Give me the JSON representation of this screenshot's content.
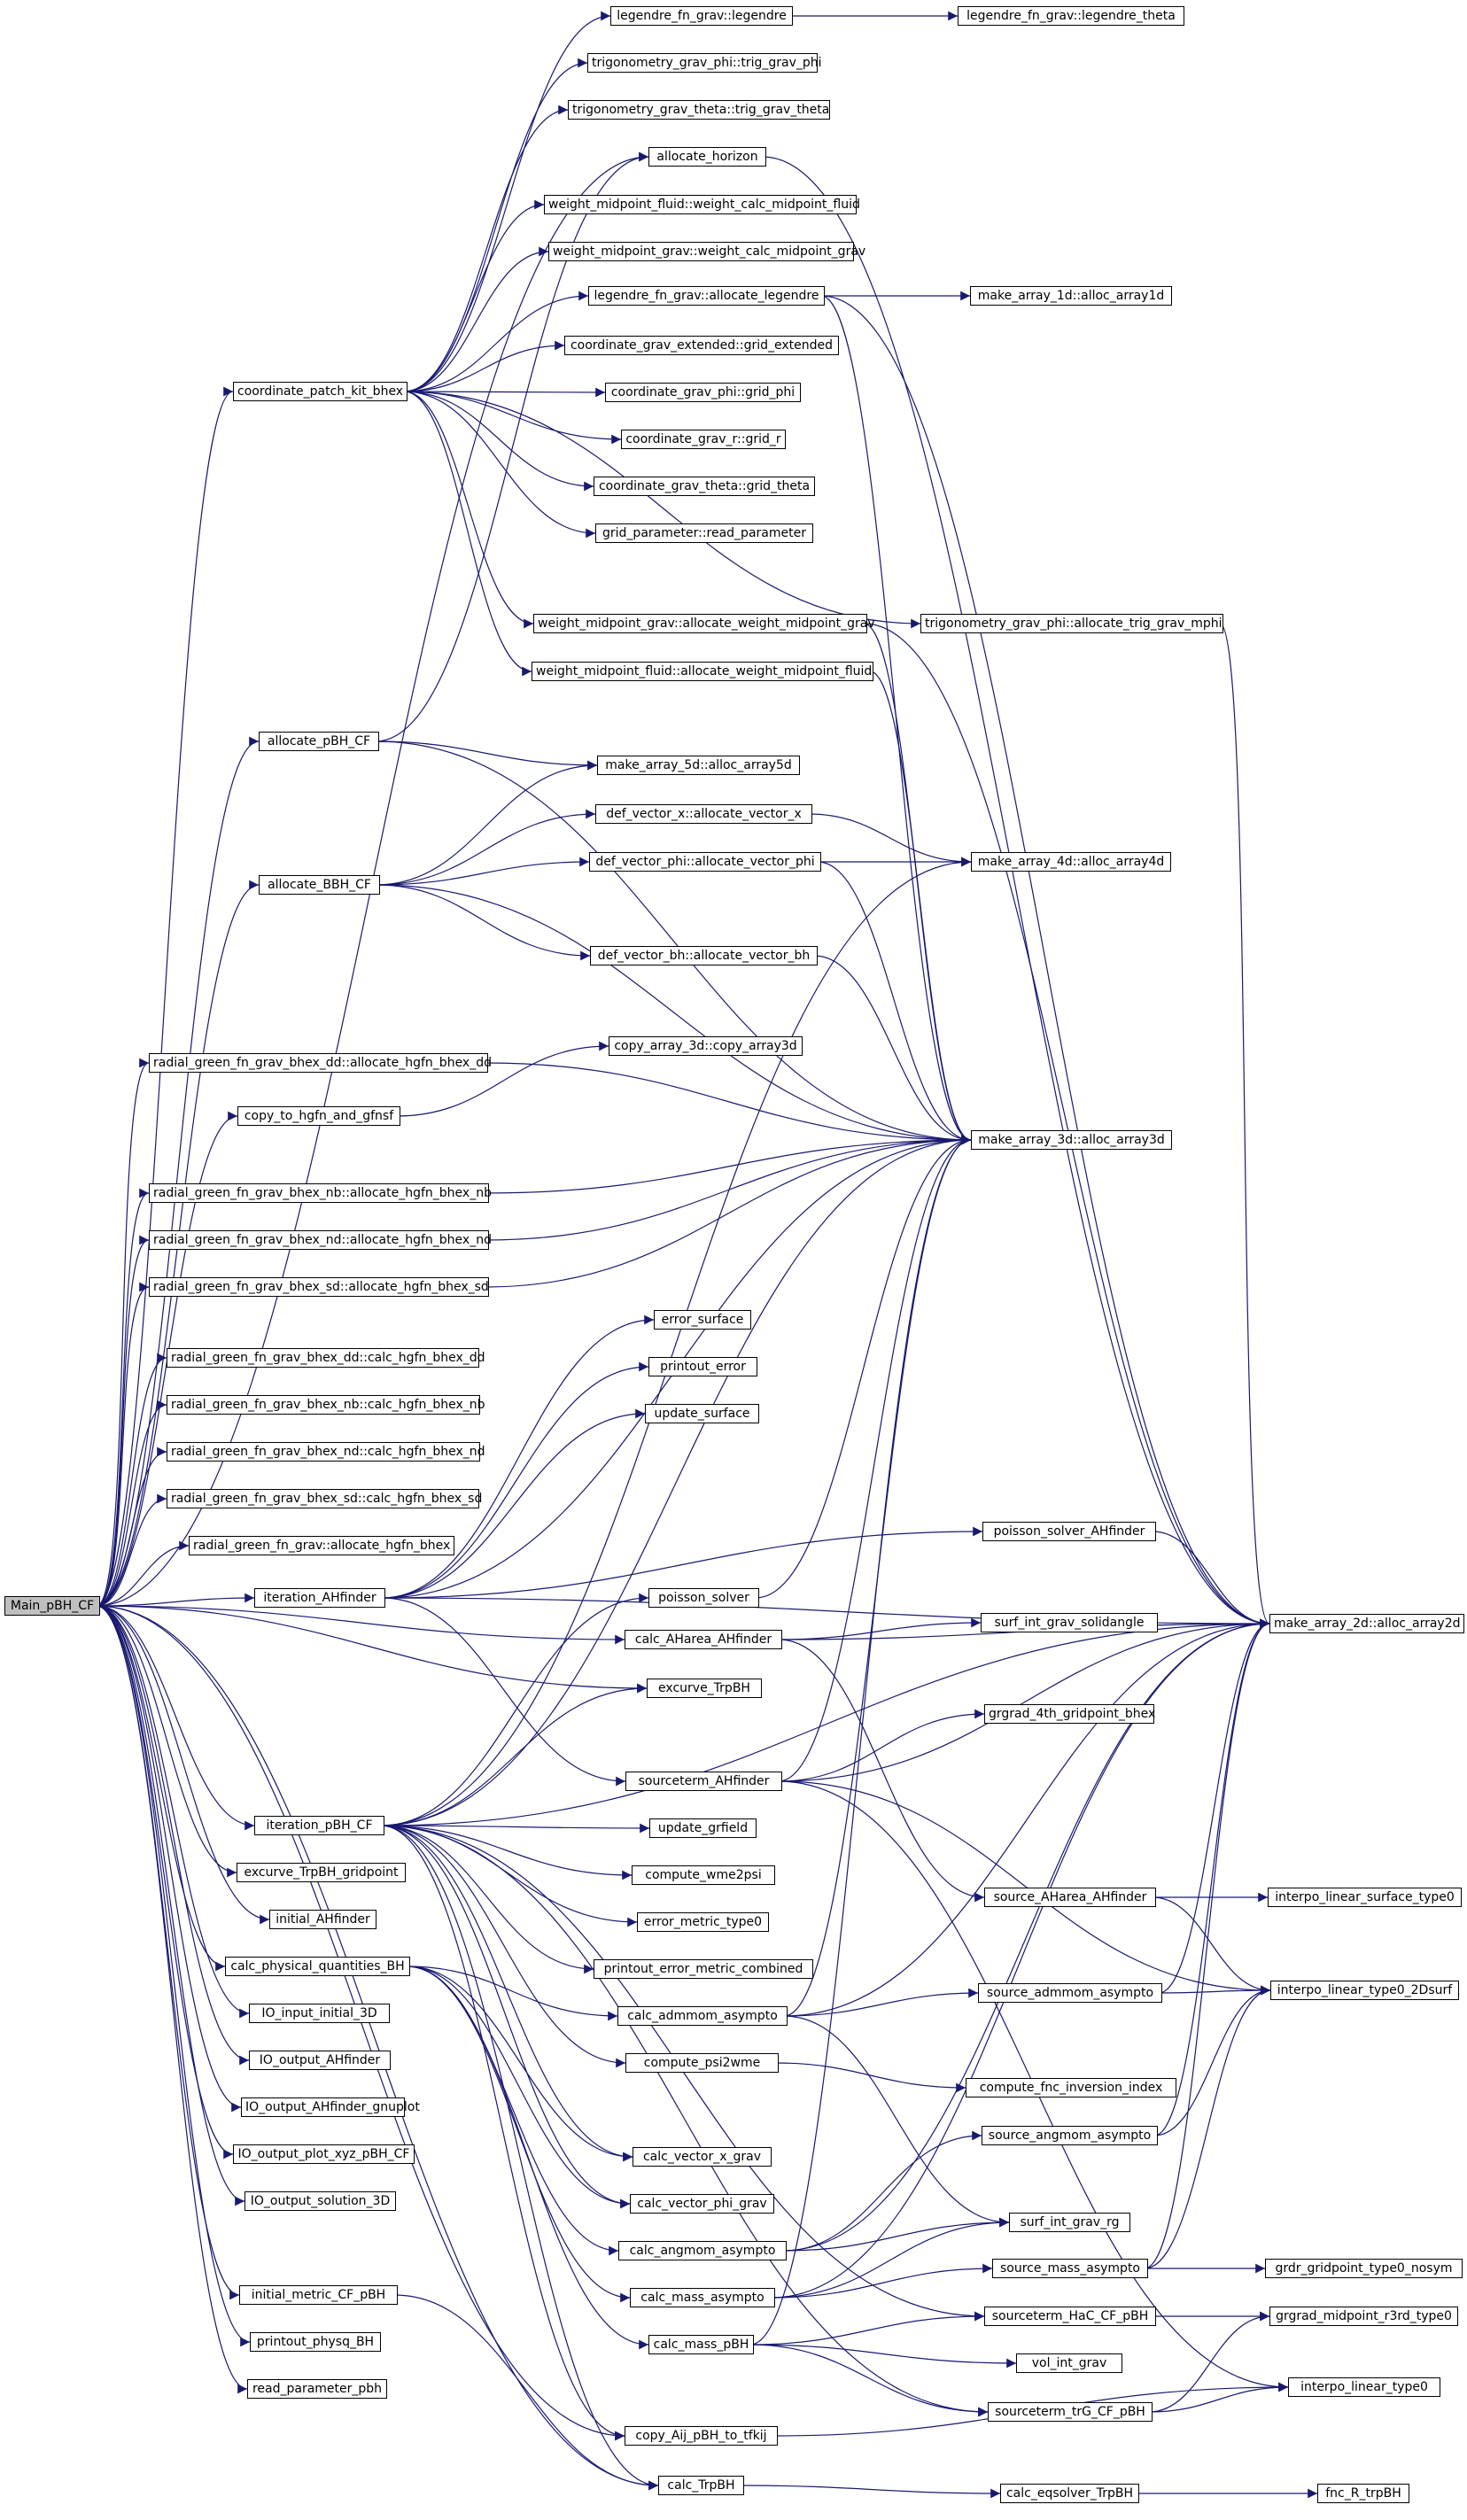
{
  "graph": {
    "root": "main",
    "colors": {
      "edge": "#191970",
      "node_border": "#000000",
      "root_fill": "#bfbfbf",
      "node_fill": "#ffffff"
    },
    "nodes": [
      {
        "id": "main",
        "label": "Main_pBH_CF"
      },
      {
        "id": "coord_kit",
        "label": "coordinate_patch_kit_bhex"
      },
      {
        "id": "alloc_pbh",
        "label": "allocate_pBH_CF"
      },
      {
        "id": "alloc_bbh",
        "label": "allocate_BBH_CF"
      },
      {
        "id": "rg_dd_alloc",
        "label": "radial_green_fn_grav_bhex_dd::allocate_hgfn_bhex_dd"
      },
      {
        "id": "copy_hgfn",
        "label": "copy_to_hgfn_and_gfnsf"
      },
      {
        "id": "rg_nb_alloc",
        "label": "radial_green_fn_grav_bhex_nb::allocate_hgfn_bhex_nb"
      },
      {
        "id": "rg_nd_alloc",
        "label": "radial_green_fn_grav_bhex_nd::allocate_hgfn_bhex_nd"
      },
      {
        "id": "rg_sd_alloc",
        "label": "radial_green_fn_grav_bhex_sd::allocate_hgfn_bhex_sd"
      },
      {
        "id": "rg_dd_calc",
        "label": "radial_green_fn_grav_bhex_dd::calc_hgfn_bhex_dd"
      },
      {
        "id": "rg_nb_calc",
        "label": "radial_green_fn_grav_bhex_nb::calc_hgfn_bhex_nb"
      },
      {
        "id": "rg_nd_calc",
        "label": "radial_green_fn_grav_bhex_nd::calc_hgfn_bhex_nd"
      },
      {
        "id": "rg_sd_calc",
        "label": "radial_green_fn_grav_bhex_sd::calc_hgfn_bhex_sd"
      },
      {
        "id": "rg_alloc",
        "label": "radial_green_fn_grav::allocate_hgfn_bhex"
      },
      {
        "id": "iter_ah",
        "label": "iteration_AHfinder"
      },
      {
        "id": "iter_pbh",
        "label": "iteration_pBH_CF"
      },
      {
        "id": "exc_grid",
        "label": "excurve_TrpBH_gridpoint"
      },
      {
        "id": "init_ah",
        "label": "initial_AHfinder"
      },
      {
        "id": "calc_phys",
        "label": "calc_physical_quantities_BH"
      },
      {
        "id": "io_init3d",
        "label": "IO_input_initial_3D"
      },
      {
        "id": "io_out_ah",
        "label": "IO_output_AHfinder"
      },
      {
        "id": "io_out_ah_gp",
        "label": "IO_output_AHfinder_gnuplot"
      },
      {
        "id": "io_plot",
        "label": "IO_output_plot_xyz_pBH_CF"
      },
      {
        "id": "io_sol",
        "label": "IO_output_solution_3D"
      },
      {
        "id": "init_metric",
        "label": "initial_metric_CF_pBH"
      },
      {
        "id": "printout_physq",
        "label": "printout_physq_BH"
      },
      {
        "id": "read_param",
        "label": "read_parameter_pbh"
      },
      {
        "id": "leg_legendre",
        "label": "legendre_fn_grav::legendre"
      },
      {
        "id": "trig_phi",
        "label": "trigonometry_grav_phi::trig_grav_phi"
      },
      {
        "id": "trig_theta",
        "label": "trigonometry_grav_theta::trig_grav_theta"
      },
      {
        "id": "alloc_horizon",
        "label": "allocate_horizon"
      },
      {
        "id": "wm_fluid",
        "label": "weight_midpoint_fluid::weight_calc_midpoint_fluid"
      },
      {
        "id": "wm_grav",
        "label": "weight_midpoint_grav::weight_calc_midpoint_grav"
      },
      {
        "id": "leg_alloc",
        "label": "legendre_fn_grav::allocate_legendre"
      },
      {
        "id": "grid_ext",
        "label": "coordinate_grav_extended::grid_extended"
      },
      {
        "id": "grid_phi",
        "label": "coordinate_grav_phi::grid_phi"
      },
      {
        "id": "grid_r",
        "label": "coordinate_grav_r::grid_r"
      },
      {
        "id": "grid_theta",
        "label": "coordinate_grav_theta::grid_theta"
      },
      {
        "id": "read_parameter",
        "label": "grid_parameter::read_parameter"
      },
      {
        "id": "wm_alloc_grav",
        "label": "weight_midpoint_grav::allocate_weight_midpoint_grav"
      },
      {
        "id": "wm_alloc_fluid",
        "label": "weight_midpoint_fluid::allocate_weight_midpoint_fluid"
      },
      {
        "id": "alloc5d",
        "label": "make_array_5d::alloc_array5d"
      },
      {
        "id": "vec_x",
        "label": "def_vector_x::allocate_vector_x"
      },
      {
        "id": "vec_phi",
        "label": "def_vector_phi::allocate_vector_phi"
      },
      {
        "id": "vec_bh",
        "label": "def_vector_bh::allocate_vector_bh"
      },
      {
        "id": "copy3d",
        "label": "copy_array_3d::copy_array3d"
      },
      {
        "id": "error_surface",
        "label": "error_surface"
      },
      {
        "id": "printout_error",
        "label": "printout_error"
      },
      {
        "id": "update_surface",
        "label": "update_surface"
      },
      {
        "id": "poisson",
        "label": "poisson_solver"
      },
      {
        "id": "calc_aharea",
        "label": "calc_AHarea_AHfinder"
      },
      {
        "id": "excurve",
        "label": "excurve_TrpBH"
      },
      {
        "id": "sourceterm_ah",
        "label": "sourceterm_AHfinder"
      },
      {
        "id": "update_grfield",
        "label": "update_grfield"
      },
      {
        "id": "wme2psi",
        "label": "compute_wme2psi"
      },
      {
        "id": "err_metric",
        "label": "error_metric_type0"
      },
      {
        "id": "printout_err_comb",
        "label": "printout_error_metric_combined"
      },
      {
        "id": "calc_admmom",
        "label": "calc_admmom_asympto"
      },
      {
        "id": "psi2wme",
        "label": "compute_psi2wme"
      },
      {
        "id": "calc_vec_x",
        "label": "calc_vector_x_grav"
      },
      {
        "id": "calc_vec_phi",
        "label": "calc_vector_phi_grav"
      },
      {
        "id": "calc_angmom",
        "label": "calc_angmom_asympto"
      },
      {
        "id": "calc_mass_asym",
        "label": "calc_mass_asympto"
      },
      {
        "id": "calc_mass_pbh",
        "label": "calc_mass_pBH"
      },
      {
        "id": "copy_aij",
        "label": "copy_Aij_pBH_to_tfkij"
      },
      {
        "id": "calc_trpbh",
        "label": "calc_TrpBH"
      },
      {
        "id": "leg_theta",
        "label": "legendre_fn_grav::legendre_theta"
      },
      {
        "id": "alloc1d",
        "label": "make_array_1d::alloc_array1d"
      },
      {
        "id": "trig_alloc",
        "label": "trigonometry_grav_phi::allocate_trig_grav_mphi"
      },
      {
        "id": "alloc4d",
        "label": "make_array_4d::alloc_array4d"
      },
      {
        "id": "alloc3d",
        "label": "make_array_3d::alloc_array3d"
      },
      {
        "id": "poisson_ah",
        "label": "poisson_solver_AHfinder"
      },
      {
        "id": "surf_solid",
        "label": "surf_int_grav_solidangle"
      },
      {
        "id": "grgrad4",
        "label": "grgrad_4th_gridpoint_bhex"
      },
      {
        "id": "src_aharea",
        "label": "source_AHarea_AHfinder"
      },
      {
        "id": "src_admmom",
        "label": "source_admmom_asympto"
      },
      {
        "id": "fnc_inv",
        "label": "compute_fnc_inversion_index"
      },
      {
        "id": "src_angmom",
        "label": "source_angmom_asympto"
      },
      {
        "id": "surf_rg",
        "label": "surf_int_grav_rg"
      },
      {
        "id": "src_mass",
        "label": "source_mass_asympto"
      },
      {
        "id": "srcterm_hac",
        "label": "sourceterm_HaC_CF_pBH"
      },
      {
        "id": "vol_int",
        "label": "vol_int_grav"
      },
      {
        "id": "srcterm_trg",
        "label": "sourceterm_trG_CF_pBH"
      },
      {
        "id": "eqsolver",
        "label": "calc_eqsolver_TrpBH"
      },
      {
        "id": "alloc2d",
        "label": "make_array_2d::alloc_array2d"
      },
      {
        "id": "interp_surf",
        "label": "interpo_linear_surface_type0"
      },
      {
        "id": "interp_2d",
        "label": "interpo_linear_type0_2Dsurf"
      },
      {
        "id": "grdr",
        "label": "grdr_gridpoint_type0_nosym"
      },
      {
        "id": "grgrad_mid",
        "label": "grgrad_midpoint_r3rd_type0"
      },
      {
        "id": "interp_lin",
        "label": "interpo_linear_type0"
      },
      {
        "id": "fnc_r",
        "label": "fnc_R_trpBH"
      }
    ],
    "edges": [
      [
        "main",
        "coord_kit"
      ],
      [
        "main",
        "alloc_horizon"
      ],
      [
        "main",
        "alloc_pbh"
      ],
      [
        "main",
        "alloc_bbh"
      ],
      [
        "main",
        "rg_dd_alloc"
      ],
      [
        "main",
        "copy_hgfn"
      ],
      [
        "main",
        "rg_nb_alloc"
      ],
      [
        "main",
        "rg_nd_alloc"
      ],
      [
        "main",
        "rg_sd_alloc"
      ],
      [
        "main",
        "rg_dd_calc"
      ],
      [
        "main",
        "rg_nb_calc"
      ],
      [
        "main",
        "rg_nd_calc"
      ],
      [
        "main",
        "rg_sd_calc"
      ],
      [
        "main",
        "rg_alloc"
      ],
      [
        "main",
        "iter_ah"
      ],
      [
        "main",
        "calc_aharea"
      ],
      [
        "main",
        "excurve"
      ],
      [
        "main",
        "iter_pbh"
      ],
      [
        "main",
        "exc_grid"
      ],
      [
        "main",
        "init_ah"
      ],
      [
        "main",
        "calc_phys"
      ],
      [
        "main",
        "io_init3d"
      ],
      [
        "main",
        "io_out_ah"
      ],
      [
        "main",
        "io_out_ah_gp"
      ],
      [
        "main",
        "io_plot"
      ],
      [
        "main",
        "io_sol"
      ],
      [
        "main",
        "init_metric"
      ],
      [
        "main",
        "printout_physq"
      ],
      [
        "main",
        "read_param"
      ],
      [
        "main",
        "calc_trpbh"
      ],
      [
        "main",
        "copy_aij"
      ],
      [
        "coord_kit",
        "leg_legendre"
      ],
      [
        "coord_kit",
        "trig_phi"
      ],
      [
        "coord_kit",
        "trig_theta"
      ],
      [
        "coord_kit",
        "wm_fluid"
      ],
      [
        "coord_kit",
        "wm_grav"
      ],
      [
        "coord_kit",
        "leg_alloc"
      ],
      [
        "coord_kit",
        "grid_ext"
      ],
      [
        "coord_kit",
        "grid_phi"
      ],
      [
        "coord_kit",
        "grid_r"
      ],
      [
        "coord_kit",
        "grid_theta"
      ],
      [
        "coord_kit",
        "read_parameter"
      ],
      [
        "coord_kit",
        "wm_alloc_grav"
      ],
      [
        "coord_kit",
        "wm_alloc_fluid"
      ],
      [
        "coord_kit",
        "trig_alloc"
      ],
      [
        "leg_legendre",
        "leg_theta"
      ],
      [
        "leg_alloc",
        "alloc1d"
      ],
      [
        "leg_alloc",
        "alloc2d"
      ],
      [
        "leg_alloc",
        "alloc3d"
      ],
      [
        "alloc_horizon",
        "alloc2d"
      ],
      [
        "trig_alloc",
        "alloc2d"
      ],
      [
        "wm_alloc_grav",
        "alloc3d"
      ],
      [
        "wm_alloc_grav",
        "alloc2d"
      ],
      [
        "wm_alloc_fluid",
        "alloc3d"
      ],
      [
        "alloc_pbh",
        "alloc_horizon"
      ],
      [
        "alloc_pbh",
        "alloc5d"
      ],
      [
        "alloc_pbh",
        "alloc3d"
      ],
      [
        "alloc_bbh",
        "alloc5d"
      ],
      [
        "alloc_bbh",
        "vec_x"
      ],
      [
        "alloc_bbh",
        "vec_phi"
      ],
      [
        "alloc_bbh",
        "vec_bh"
      ],
      [
        "alloc_bbh",
        "alloc3d"
      ],
      [
        "vec_x",
        "alloc4d"
      ],
      [
        "vec_phi",
        "alloc4d"
      ],
      [
        "vec_phi",
        "alloc3d"
      ],
      [
        "vec_bh",
        "alloc3d"
      ],
      [
        "rg_dd_alloc",
        "alloc3d"
      ],
      [
        "copy_hgfn",
        "copy3d"
      ],
      [
        "rg_nb_alloc",
        "alloc3d"
      ],
      [
        "rg_nd_alloc",
        "alloc3d"
      ],
      [
        "rg_sd_alloc",
        "alloc3d"
      ],
      [
        "iter_ah",
        "error_surface"
      ],
      [
        "iter_ah",
        "printout_error"
      ],
      [
        "iter_ah",
        "update_surface"
      ],
      [
        "iter_ah",
        "poisson_ah"
      ],
      [
        "iter_ah",
        "sourceterm_ah"
      ],
      [
        "iter_ah",
        "alloc3d"
      ],
      [
        "iter_ah",
        "alloc2d"
      ],
      [
        "poisson",
        "alloc3d"
      ],
      [
        "poisson_ah",
        "alloc2d"
      ],
      [
        "calc_aharea",
        "alloc2d"
      ],
      [
        "calc_aharea",
        "surf_solid"
      ],
      [
        "calc_aharea",
        "src_aharea"
      ],
      [
        "sourceterm_ah",
        "alloc2d"
      ],
      [
        "sourceterm_ah",
        "grgrad4"
      ],
      [
        "sourceterm_ah",
        "alloc3d"
      ],
      [
        "sourceterm_ah",
        "interp_2d"
      ],
      [
        "sourceterm_ah",
        "interp_lin"
      ],
      [
        "iter_pbh",
        "poisson"
      ],
      [
        "iter_pbh",
        "excurve"
      ],
      [
        "iter_pbh",
        "alloc3d"
      ],
      [
        "iter_pbh",
        "alloc4d"
      ],
      [
        "iter_pbh",
        "alloc2d"
      ],
      [
        "iter_pbh",
        "update_grfield"
      ],
      [
        "iter_pbh",
        "wme2psi"
      ],
      [
        "iter_pbh",
        "err_metric"
      ],
      [
        "iter_pbh",
        "printout_err_comb"
      ],
      [
        "iter_pbh",
        "psi2wme"
      ],
      [
        "iter_pbh",
        "calc_vec_x"
      ],
      [
        "iter_pbh",
        "calc_vec_phi"
      ],
      [
        "iter_pbh",
        "srcterm_hac"
      ],
      [
        "iter_pbh",
        "srcterm_trg"
      ],
      [
        "iter_pbh",
        "copy_aij"
      ],
      [
        "iter_pbh",
        "calc_trpbh"
      ],
      [
        "calc_phys",
        "calc_admmom"
      ],
      [
        "calc_phys",
        "calc_vec_x"
      ],
      [
        "calc_phys",
        "calc_vec_phi"
      ],
      [
        "calc_phys",
        "calc_angmom"
      ],
      [
        "calc_phys",
        "calc_mass_asym"
      ],
      [
        "calc_phys",
        "calc_mass_pbh"
      ],
      [
        "init_metric",
        "calc_trpbh"
      ],
      [
        "calc_admmom",
        "src_admmom"
      ],
      [
        "calc_admmom",
        "surf_rg"
      ],
      [
        "calc_admmom",
        "alloc2d"
      ],
      [
        "calc_admmom",
        "alloc3d"
      ],
      [
        "psi2wme",
        "fnc_inv"
      ],
      [
        "calc_angmom",
        "src_angmom"
      ],
      [
        "calc_angmom",
        "surf_rg"
      ],
      [
        "calc_angmom",
        "alloc2d"
      ],
      [
        "calc_mass_asym",
        "src_mass"
      ],
      [
        "calc_mass_asym",
        "surf_rg"
      ],
      [
        "calc_mass_asym",
        "alloc2d"
      ],
      [
        "calc_mass_pbh",
        "srcterm_hac"
      ],
      [
        "calc_mass_pbh",
        "vol_int"
      ],
      [
        "calc_mass_pbh",
        "srcterm_trg"
      ],
      [
        "calc_mass_pbh",
        "alloc3d"
      ],
      [
        "copy_aij",
        "interp_lin"
      ],
      [
        "calc_trpbh",
        "eqsolver"
      ],
      [
        "eqsolver",
        "fnc_r"
      ],
      [
        "src_aharea",
        "interp_surf"
      ],
      [
        "src_aharea",
        "interp_2d"
      ],
      [
        "src_admmom",
        "interp_2d"
      ],
      [
        "src_admmom",
        "alloc2d"
      ],
      [
        "src_angmom",
        "interp_2d"
      ],
      [
        "src_angmom",
        "alloc2d"
      ],
      [
        "src_mass",
        "grdr"
      ],
      [
        "src_mass",
        "interp_2d"
      ],
      [
        "src_mass",
        "alloc2d"
      ],
      [
        "srcterm_hac",
        "grgrad_mid"
      ],
      [
        "srcterm_trg",
        "grgrad_mid"
      ],
      [
        "srcterm_trg",
        "interp_lin"
      ]
    ]
  }
}
